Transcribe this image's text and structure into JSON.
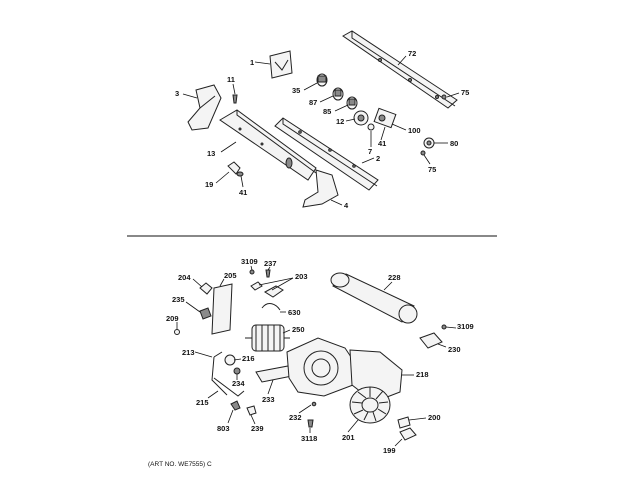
{
  "labels": {
    "p1": "1",
    "p72": "72",
    "p75a": "75",
    "p3": "3",
    "p11": "11",
    "p35": "35",
    "p87": "87",
    "p85": "85",
    "p12": "12",
    "p100": "100",
    "p80": "80",
    "p41a": "41",
    "p7": "7",
    "p75b": "75",
    "p13": "13",
    "p2": "2",
    "p19": "19",
    "p41b": "41",
    "p4": "4",
    "p3109a": "3109",
    "p237": "237",
    "p204": "204",
    "p205": "205",
    "p203": "203",
    "p228": "228",
    "p235": "235",
    "p630": "630",
    "p209": "209",
    "p250": "250",
    "p3109b": "3109",
    "p213": "213",
    "p216": "216",
    "p230": "230",
    "p234": "234",
    "p218": "218",
    "p215": "215",
    "p233": "233",
    "p232": "232",
    "p200": "200",
    "p803": "803",
    "p239": "239",
    "p3118": "3118",
    "p201": "201",
    "p199": "199"
  },
  "caption": "(ART NO. WE7555) C"
}
